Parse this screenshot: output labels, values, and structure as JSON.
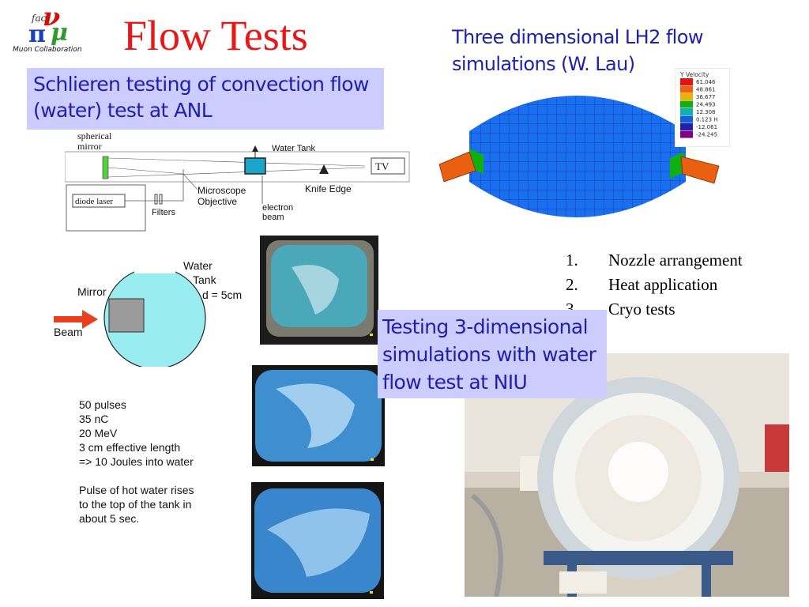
{
  "logo": {
    "fact": "fact",
    "symbols": [
      "ν",
      "π",
      "μ"
    ],
    "collaboration": "Muon Collaboration"
  },
  "title": "Flow Tests",
  "schlieren_box": {
    "line1": "Schlieren testing of convection flow",
    "line2": "(water) test at ANL"
  },
  "schematic": {
    "spherical_mirror_1": "spherical",
    "spherical_mirror_2": "mirror",
    "water_tank": "Water Tank",
    "tv": "TV",
    "diode_laser": "diode laser",
    "filters": "Filters",
    "microscope_1": "Microscope",
    "microscope_2": "Objective",
    "electron_1": "electron",
    "electron_2": "beam",
    "knife_edge": "Knife Edge"
  },
  "tank_diagram": {
    "water_1": "Water",
    "water_2": "Tank",
    "diameter": "d = 5cm",
    "mirror": "Mirror",
    "beam": "Beam"
  },
  "notes": {
    "lines_a": [
      "50 pulses",
      "35 nC",
      "20 MeV",
      "3 cm effective length",
      "=> 10 Joules into water"
    ],
    "lines_b": [
      "Pulse of hot water rises",
      "to the top of the tank in",
      "about 5 sec."
    ]
  },
  "lh2_title": {
    "line1": "Three dimensional LH2 flow",
    "line2": "simulations  (W. Lau)"
  },
  "legend": {
    "title": "Y Velocity",
    "values": [
      "61.046",
      "48.861",
      "36.677",
      "24.493",
      "12.308",
      "0.123 H",
      "-12.061",
      "-24.245"
    ],
    "colors": [
      "#e81010",
      "#f06010",
      "#f0b000",
      "#10b010",
      "#10b0b0",
      "#1060e0",
      "#2020b0",
      "#800080"
    ]
  },
  "tests_list": [
    {
      "num": "1.",
      "label": "Nozzle arrangement"
    },
    {
      "num": "2.",
      "label": "Heat application"
    },
    {
      "num": "3.",
      "label": "Cryo tests"
    }
  ],
  "niu_box": {
    "line1": "Testing 3-dimensional",
    "line2": "simulations with water",
    "line3": "flow test at NIU"
  },
  "colors": {
    "title": "#e81818",
    "box_bg": "#ccccff",
    "box_text": "#2020b0",
    "water": "#99ecf0",
    "mesh": "#1a6ff0"
  }
}
